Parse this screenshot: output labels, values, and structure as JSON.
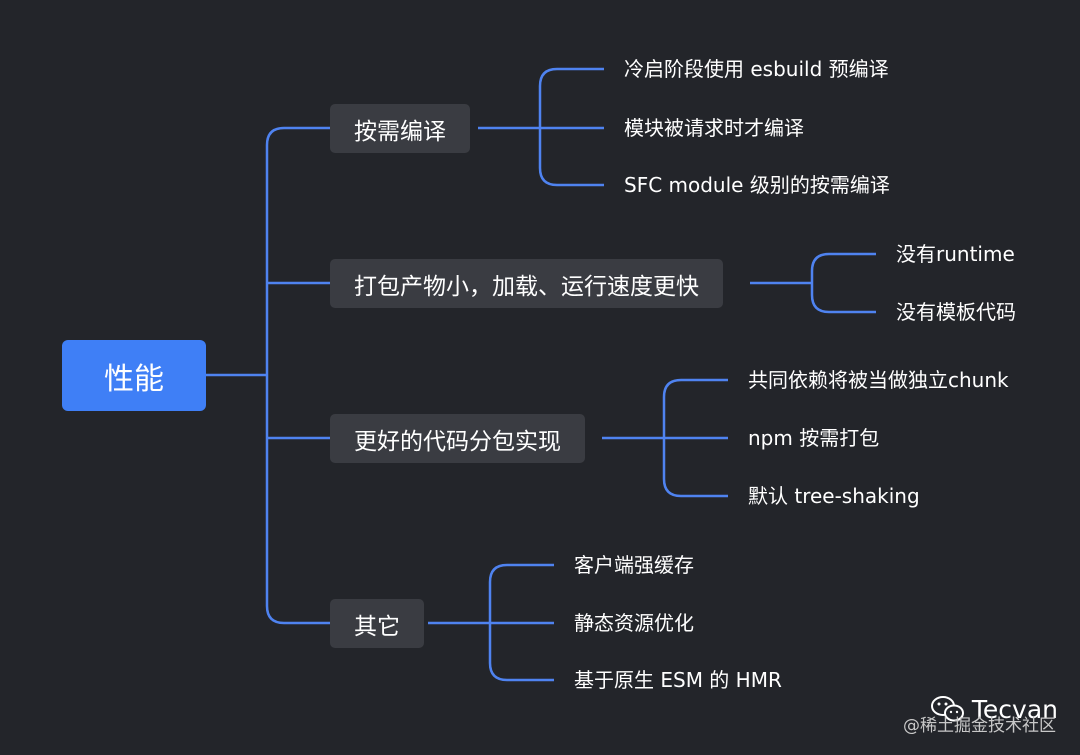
{
  "root": {
    "label": "性能"
  },
  "branches": [
    {
      "label": "按需编译",
      "leaves": [
        "冷启阶段使用 esbuild 预编译",
        "模块被请求时才编译",
        "SFC module 级别的按需编译"
      ]
    },
    {
      "label": "打包产物小，加载、运行速度更快",
      "leaves": [
        "没有runtime",
        "没有模板代码"
      ]
    },
    {
      "label": "更好的代码分包实现",
      "leaves": [
        "共同依赖将被当做独立chunk",
        "npm 按需打包",
        "默认 tree-shaking"
      ]
    },
    {
      "label": "其它",
      "leaves": [
        "客户端强缓存",
        "静态资源优化",
        "基于原生 ESM 的 HMR"
      ]
    }
  ],
  "colors": {
    "background": "#23252a",
    "root": "#3f7ff6",
    "branch": "#3a3c42",
    "connector": "#4f83f0"
  },
  "watermark": {
    "icon": "wechat-icon",
    "name": "Tecvan",
    "sub": "@稀土掘金技术社区"
  }
}
